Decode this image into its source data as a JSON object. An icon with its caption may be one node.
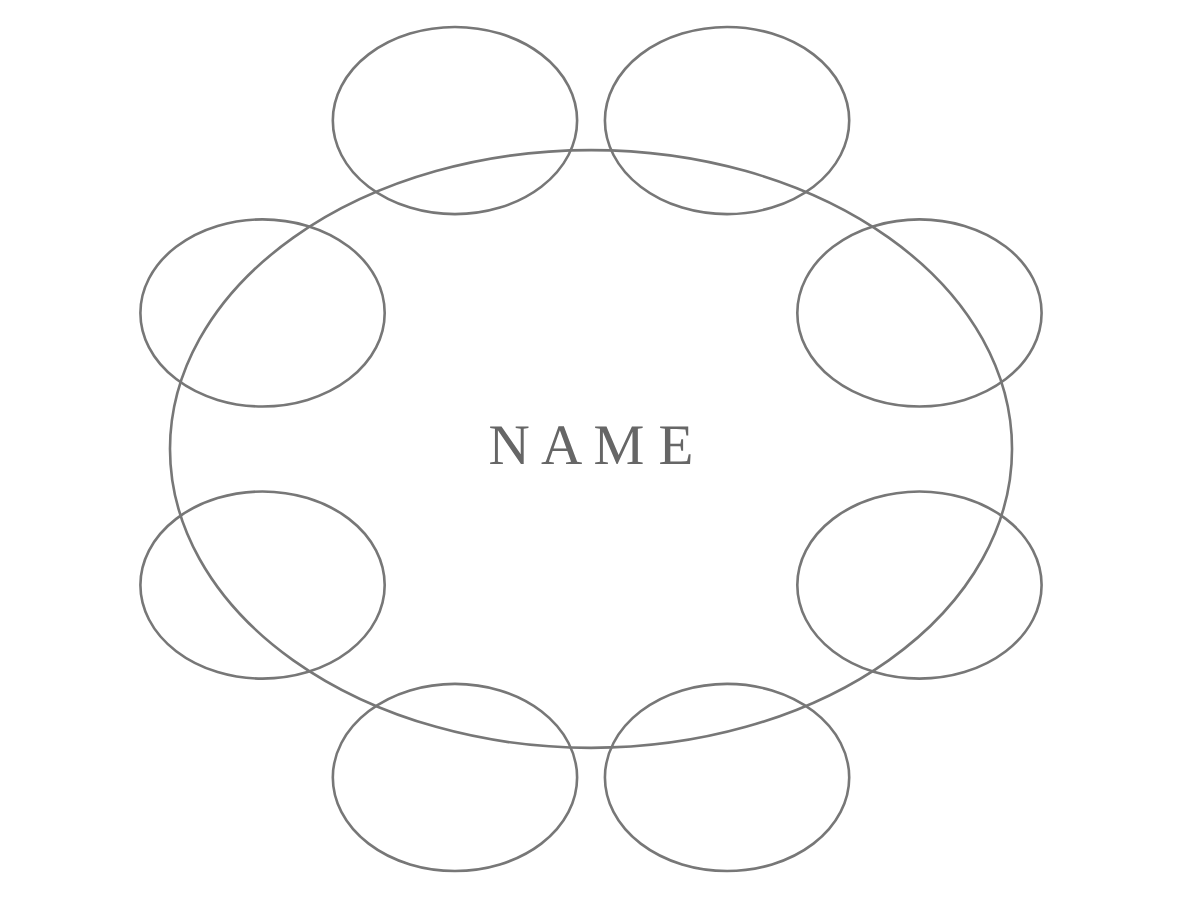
{
  "diagram": {
    "nodes": [
      {
        "text": [
          "N A M E"
        ]
      },
      {
        "text": [],
        "shape": "circle"
      },
      {
        "text": [],
        "shape": "circle"
      },
      {
        "text": [],
        "shape": "circle"
      },
      {
        "text": [],
        "shape": "circle"
      },
      {
        "text": [],
        "shape": "circle"
      },
      {
        "text": [],
        "shape": "circle"
      },
      {
        "text": [],
        "shape": "circle"
      },
      {
        "text": [],
        "shape": "circle"
      }
    ]
  }
}
